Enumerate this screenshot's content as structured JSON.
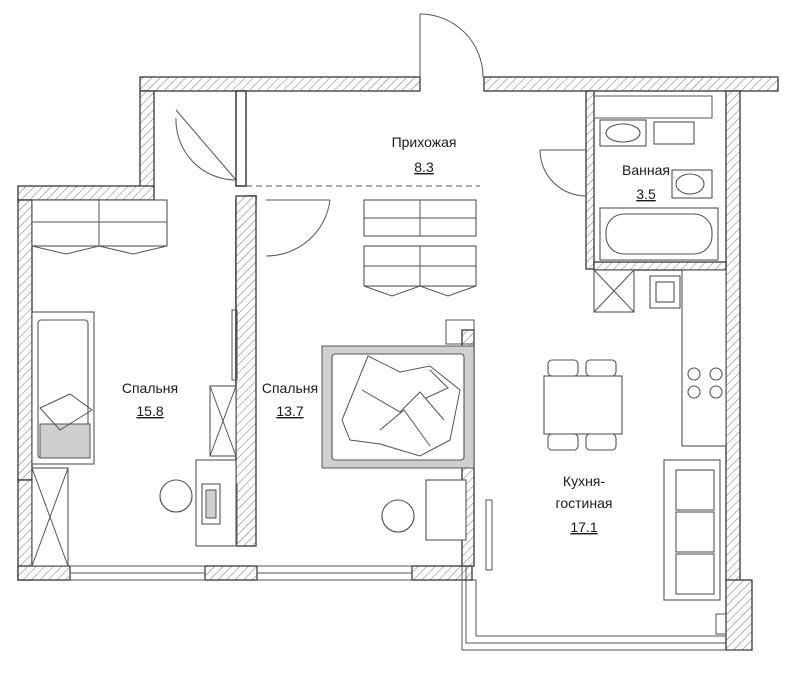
{
  "rooms": {
    "hallway": {
      "name": "Прихожая",
      "area": "8.3"
    },
    "bathroom": {
      "name": "Ванная",
      "area": "3.5"
    },
    "bedroom_1": {
      "name": "Спальня",
      "area": "15.8"
    },
    "bedroom_2": {
      "name": "Спальня",
      "area": "13.7"
    },
    "kitchen": {
      "name_line1": "Кухня-",
      "name_line2": "гостиная",
      "area": "17.1"
    }
  }
}
